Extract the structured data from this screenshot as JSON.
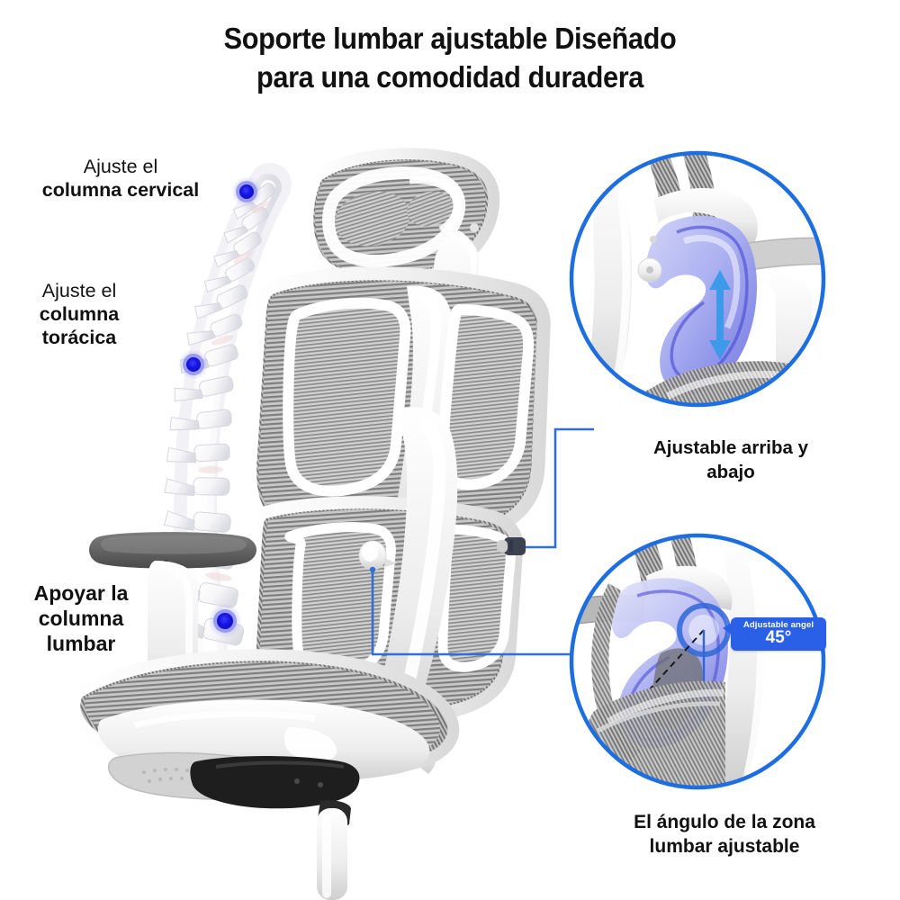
{
  "meta": {
    "background_color": "#ffffff",
    "accent_blue": "#1d6ee0",
    "badge_blue": "#2a5fe8",
    "dot_blue": "#1414dd",
    "dot_halo": "#8f92ee",
    "text_color": "#111111",
    "mesh_gray": "#9a9a9a",
    "frame_white": "#f2f2f2",
    "armrest_gray": "#6d6d6d"
  },
  "title": {
    "line1": "Soporte lumbar ajustable Diseñado",
    "line2": "para una comodidad duradera"
  },
  "callouts": {
    "cervical": {
      "thin": "Ajuste el",
      "bold": "columna cervical"
    },
    "toracica": {
      "thin": "Ajuste el",
      "bold_line1": "columna",
      "bold_line2": "torácica"
    },
    "lumbar": {
      "line1": "Apoyar la",
      "line2": "columna",
      "line3": "lumbar"
    },
    "up_down": {
      "line1": "Ajustable arriba y",
      "line2": "abajo"
    },
    "angle": {
      "line1": "El ángulo de la zona",
      "line2": "lumbar ajustable"
    }
  },
  "badge": {
    "caption": "Adjustable angel",
    "value": "45°"
  },
  "insets": {
    "top_right": {
      "name": "lumbar-height-adjust-detail",
      "indicator": "vertical-double-arrow"
    },
    "bottom_right": {
      "name": "lumbar-angle-adjust-detail",
      "indicator": "angle-arc-45"
    }
  },
  "spine_markers": [
    {
      "name": "cervical-marker"
    },
    {
      "name": "thoracic-marker"
    },
    {
      "name": "lumbar-marker"
    }
  ]
}
